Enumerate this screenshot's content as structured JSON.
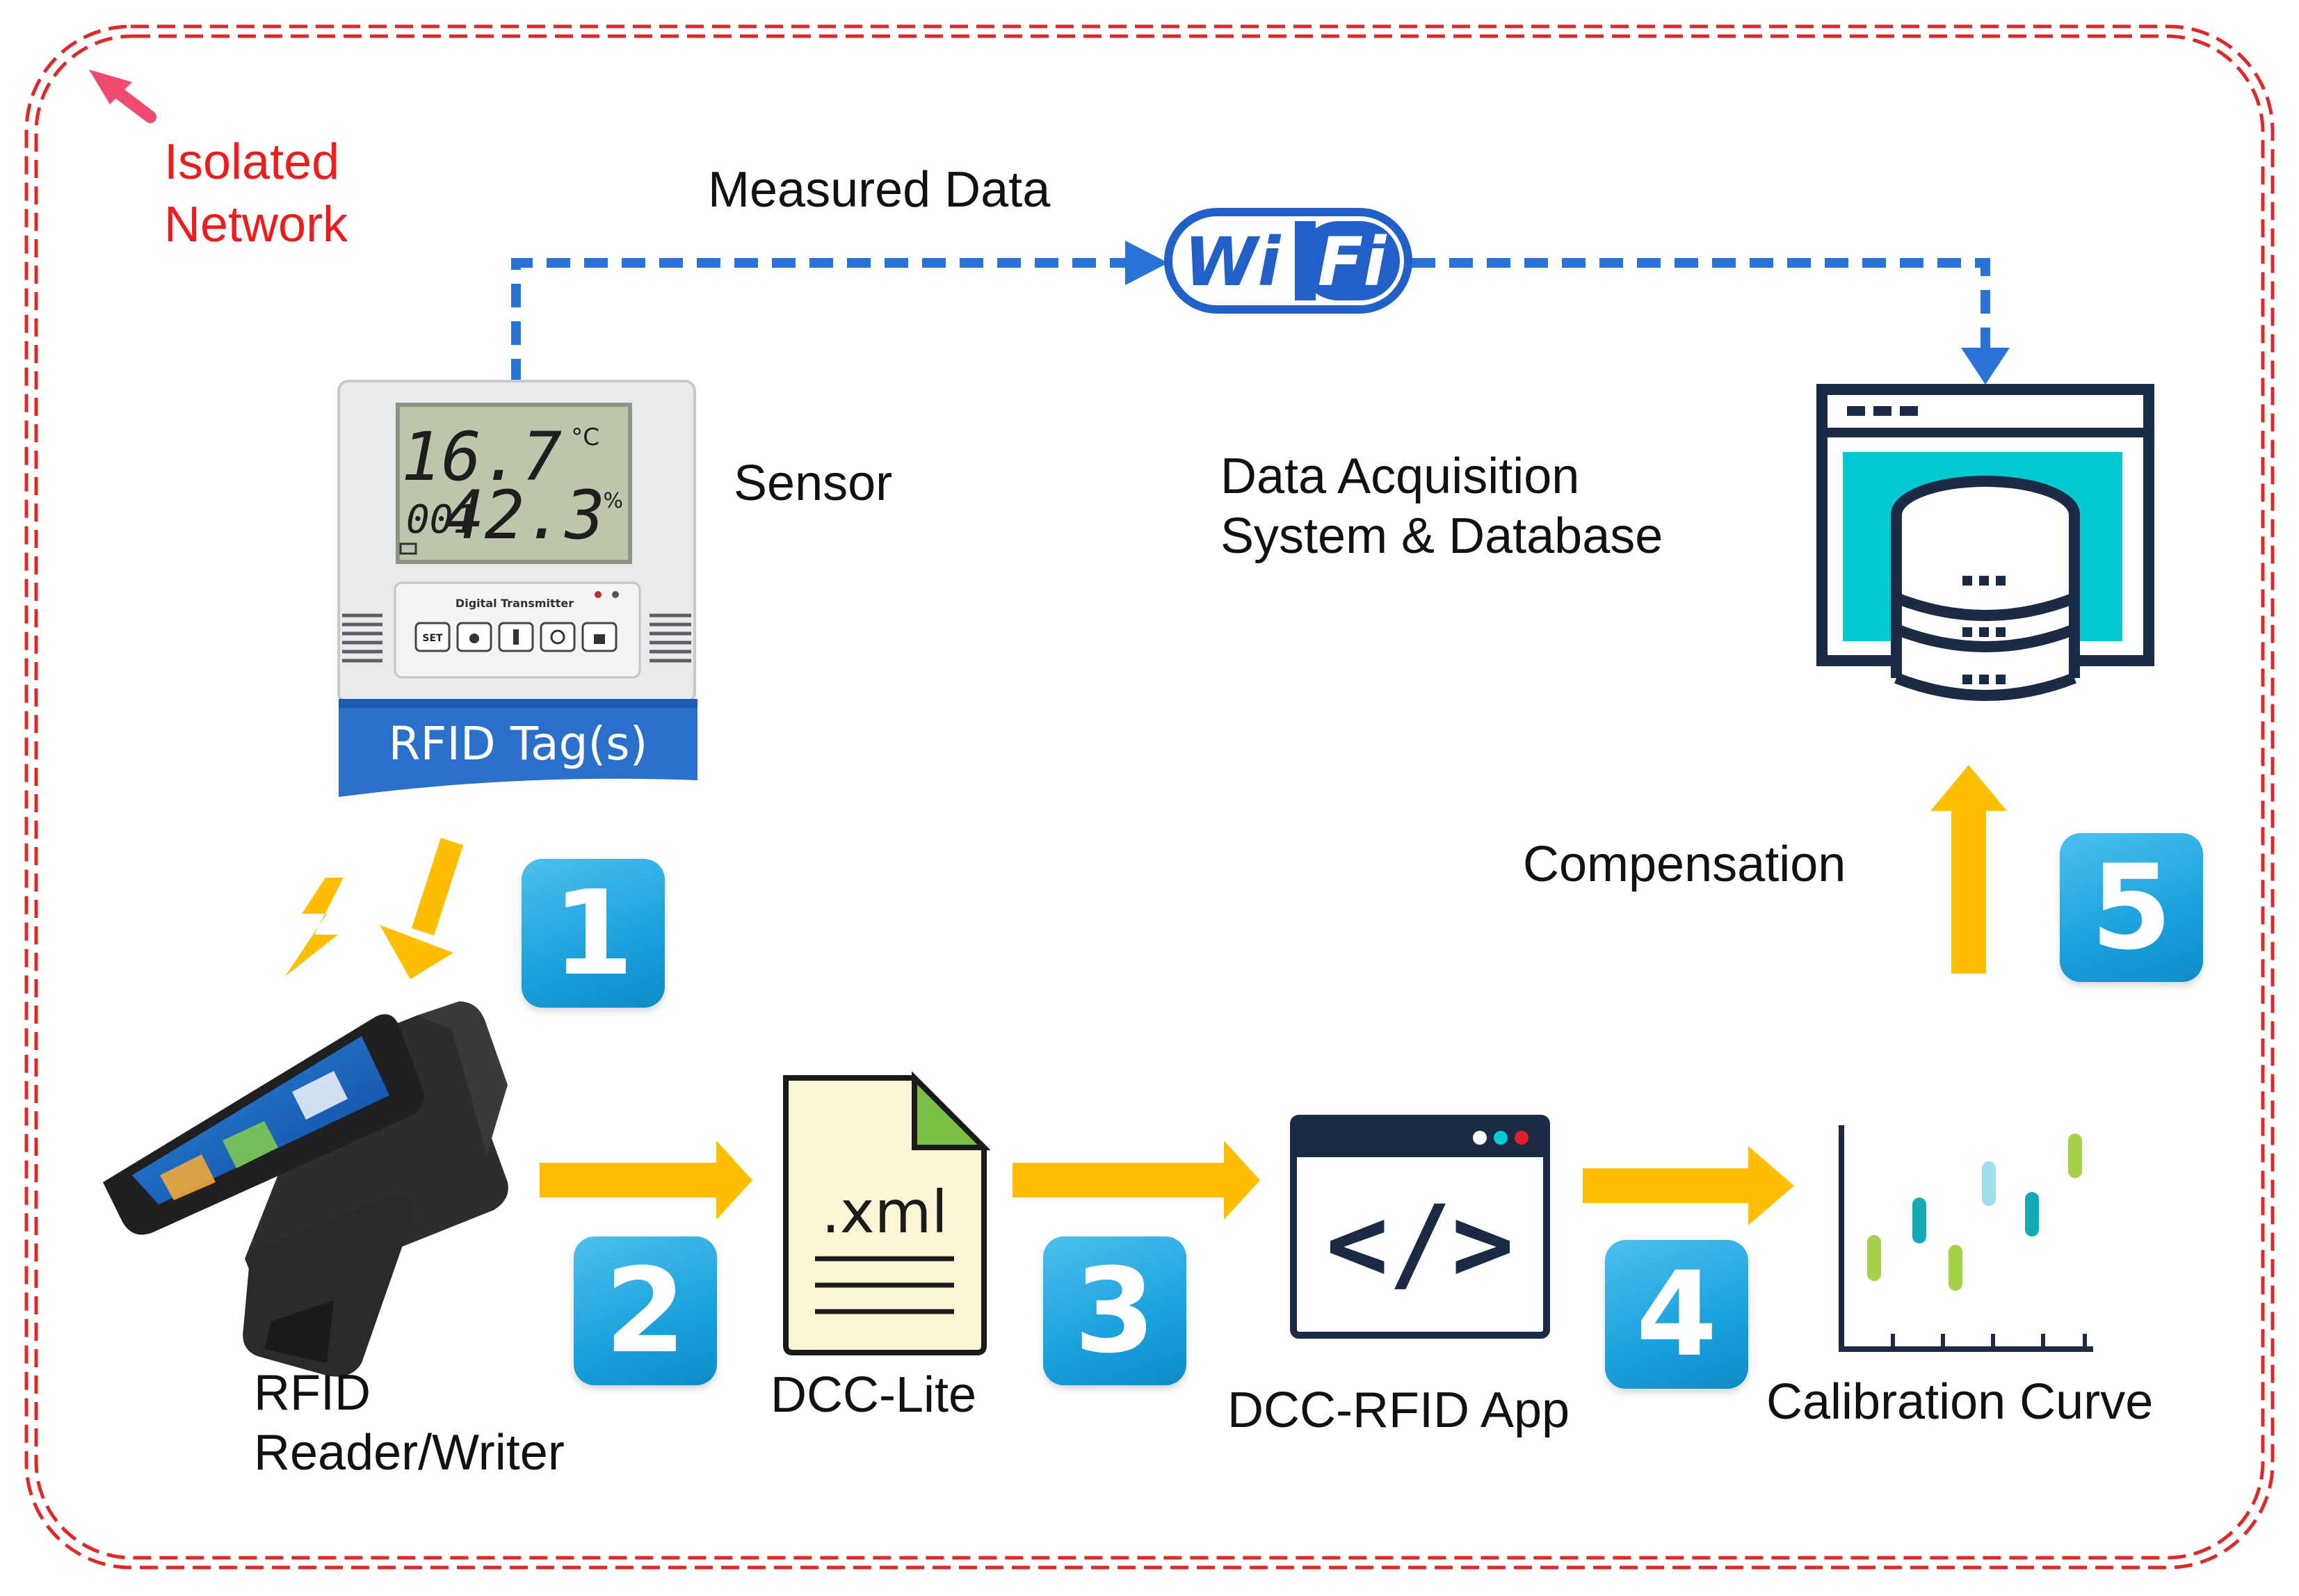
{
  "network": {
    "label_line1": "Isolated",
    "label_line2": "Network",
    "border_color": "#e0282a"
  },
  "top_flow": {
    "label": "Measured Data",
    "wifi_left": "Wi",
    "wifi_right": "Fi",
    "line_color": "#2a73d6"
  },
  "sensor": {
    "label": "Sensor",
    "display_temp": "16.7",
    "temp_unit": "°C",
    "display_hum": "42.3",
    "hum_unit": "%",
    "display_id": "001",
    "panel_title": "Digital Transmitter",
    "set_button": "SET",
    "tag_label": "RFID Tag(s)"
  },
  "database": {
    "label_line1": "Data Acquisition",
    "label_line2": "System & Database",
    "accent_color": "#00c9d1"
  },
  "reader": {
    "label_line1": "RFID",
    "label_line2": "Reader/Writer"
  },
  "file": {
    "ext": ".xml",
    "label": "DCC-Lite"
  },
  "app": {
    "label": "DCC-RFID App",
    "code_symbol": "</>"
  },
  "curve": {
    "label": "Calibration Curve"
  },
  "compensation": {
    "label": "Compensation"
  },
  "steps": [
    "1",
    "2",
    "3",
    "4",
    "5"
  ],
  "colors": {
    "arrow": "#ffbf00",
    "badge": "#1ea5e0",
    "dark": "#1b2a45"
  }
}
